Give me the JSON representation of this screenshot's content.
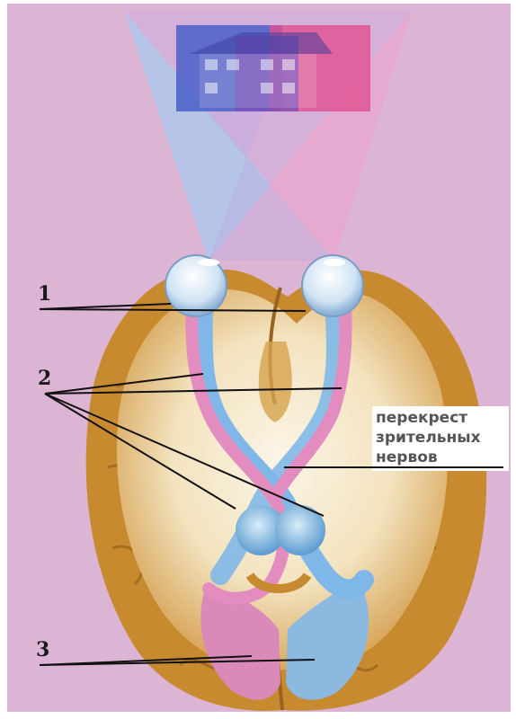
{
  "labels": {
    "eyes": "1",
    "optic_tracts": "2",
    "visual_cortex": "3",
    "chiasm_line1": "перекрест",
    "chiasm_line2": "зрительных",
    "chiasm_line3": "нервов"
  },
  "colors": {
    "background": "#dcb4d4",
    "left_pathway": "#7fb8e8",
    "right_pathway": "#e38cc0",
    "brain_cortex": "#c88a2e",
    "brain_white_matter": "#f7efd7",
    "house_left": "#4a60c8",
    "house_right": "#e0508f"
  }
}
